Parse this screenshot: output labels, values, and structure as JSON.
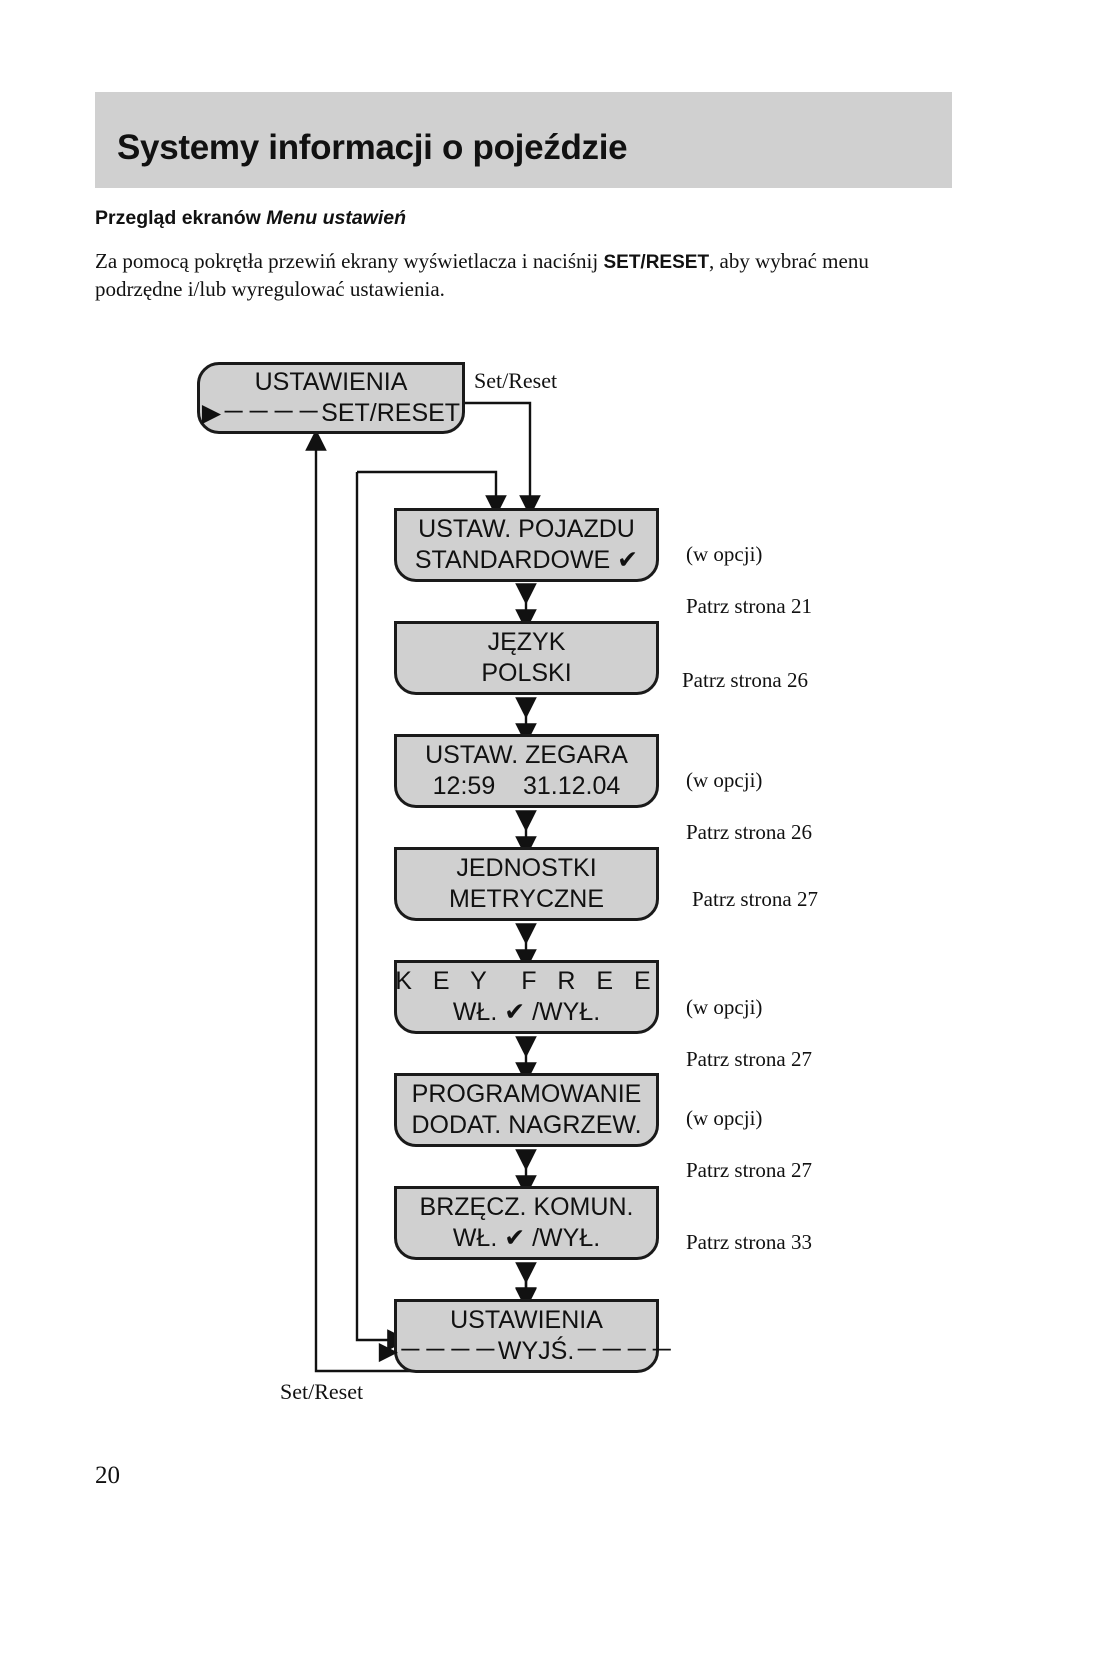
{
  "header": {
    "title": "Systemy informacji o pojeździe",
    "band_color": "#d0d0d0"
  },
  "subhead": {
    "plain": "Przegląd ekranów ",
    "italic": "Menu ustawień"
  },
  "intro": {
    "part1": "Za pomocą pokrętła przewiń ekrany wyświetlacza i naciśnij ",
    "bold": "SET/RESET",
    "part2": ", aby wybrać menu podrzędne i/lub wyregulować ustawienia."
  },
  "diagram": {
    "wire_label_top": "Set/Reset",
    "wire_label_bottom": "Set/Reset",
    "boxes": [
      {
        "id": "settings-entry",
        "line1": "USTAWIENIA",
        "line2": "▶－－－－SET/RESET"
      },
      {
        "id": "vehicle-setup",
        "line1": "USTAW. POJAZDU",
        "line2": "STANDARDOWE ✔"
      },
      {
        "id": "language",
        "line1": "JĘZYK",
        "line2": "POLSKI"
      },
      {
        "id": "clock-setup",
        "line1": "USTAW. ZEGARA",
        "line2": "12:59    31.12.04"
      },
      {
        "id": "units",
        "line1": "JEDNOSTKI",
        "line2": "METRYCZNE"
      },
      {
        "id": "key-free",
        "line1": "K E Y  F R E E",
        "line2": "WŁ. ✔ /WYŁ."
      },
      {
        "id": "aux-heater",
        "line1": "PROGRAMOWANIE",
        "line2": "DODAT. NAGRZEW."
      },
      {
        "id": "message-chime",
        "line1": "BRZĘCZ. KOMUN.",
        "line2": "WŁ. ✔ /WYŁ."
      },
      {
        "id": "settings-exit",
        "line1": "USTAWIENIA",
        "line2": "▶－－－－WYJŚ.－－－－"
      }
    ],
    "notes": [
      {
        "for": "vehicle-setup",
        "optional": "(w opcji)",
        "reference": "Patrz strona 21"
      },
      {
        "for": "language",
        "optional": "",
        "reference": "Patrz strona 26"
      },
      {
        "for": "clock-setup",
        "optional": "(w opcji)",
        "reference": "Patrz strona 26"
      },
      {
        "for": "units",
        "optional": "",
        "reference": "Patrz strona 27"
      },
      {
        "for": "key-free",
        "optional": "(w opcji)",
        "reference": "Patrz strona 27"
      },
      {
        "for": "aux-heater",
        "optional": "(w opcji)",
        "reference": "Patrz strona 27"
      },
      {
        "for": "message-chime",
        "optional": "",
        "reference": "Patrz strona 33"
      }
    ]
  },
  "footer": {
    "page_number": "20"
  }
}
